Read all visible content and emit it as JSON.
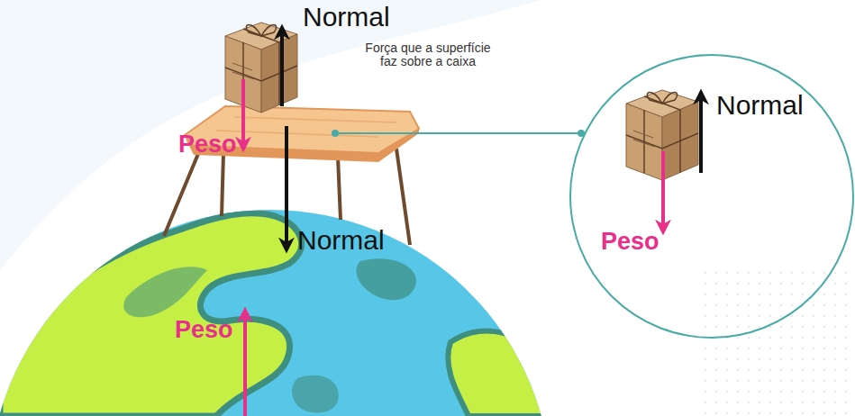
{
  "diagram": {
    "nodes": [
      {
        "text": [
          "Normal",
          "Peso"
        ]
      }
    ],
    "labels": [
      "Normal",
      "Força que a superfície faz sobre a caixa",
      "Peso",
      "Normal",
      "Peso"
    ]
  }
}
